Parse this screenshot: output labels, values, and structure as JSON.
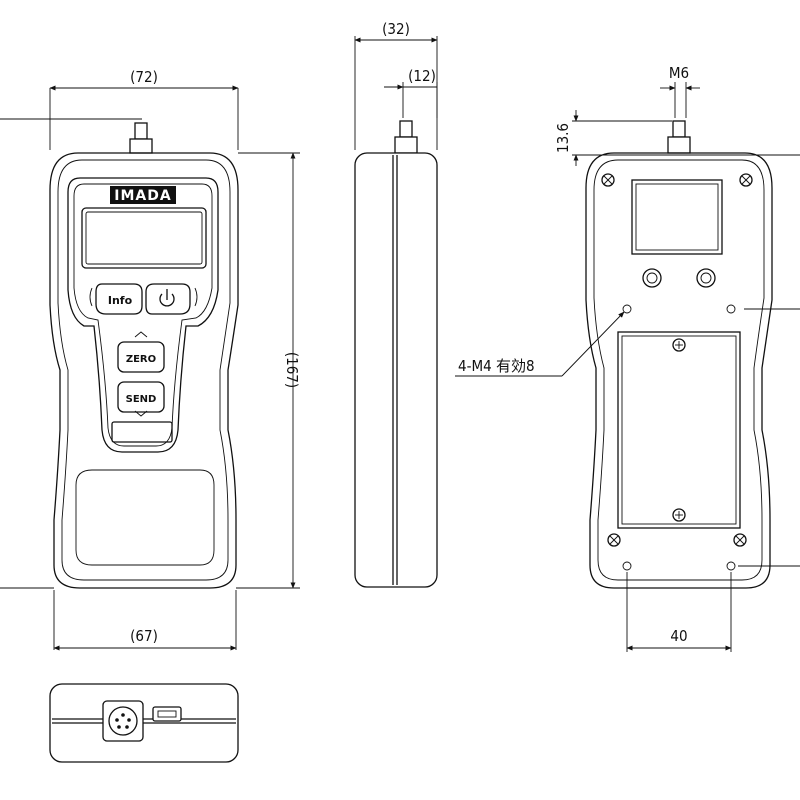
{
  "front_view": {
    "brand": "IMADA",
    "keys": {
      "info": "Info",
      "zero": "ZERO",
      "send": "SEND"
    },
    "dims": {
      "width_top": "(72)",
      "height": "(167)",
      "width_bottom": "(67)"
    }
  },
  "side_view": {
    "dims": {
      "depth": "(32)",
      "shaft": "(12)"
    }
  },
  "back_view": {
    "dims": {
      "thread": "M6",
      "shaft_height": "13.6",
      "hole_pitch": "40"
    },
    "callout": "4-M4 有効8"
  }
}
